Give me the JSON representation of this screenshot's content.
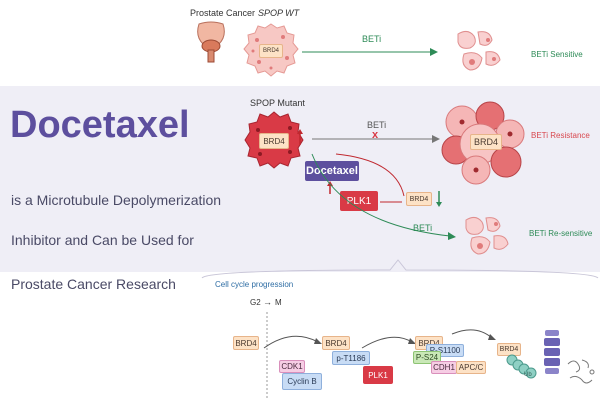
{
  "top": {
    "prostate_label": "Prostate Cancer",
    "spop_wt": "SPOP WT",
    "brd4_small": "BRD4",
    "beti": "BETi",
    "beti_sensitive": "BETi Sensitive"
  },
  "middle": {
    "spop_mutant": "SPOP Mutant",
    "brd4_red": "BRD4",
    "beti_blocked": "BETi",
    "blocked_mark": "x",
    "brd4_resist": "BRD4",
    "beti_resistance": "BETi Resistance",
    "docetaxel_box": "Docetaxel",
    "plk1_box": "PLK1",
    "brd4_peach": "BRD4",
    "beti_lower": "BETi",
    "beti_resensitive": "BETi Re-sensitive"
  },
  "headline": {
    "word": "Docetaxel",
    "line1": "is a Microtubule Depolymerization",
    "line2": "Inhibitor and Can be Used for",
    "line3": "Prostate Cancer Research"
  },
  "cycle": {
    "title": "Cell cycle progression",
    "g2": "G2",
    "m": "M",
    "brd4_1": "BRD4",
    "brd4_2": "BRD4",
    "pt1186": "p-T1186",
    "cdk1": "CDK1",
    "cyclinb": "Cyclin B",
    "plk1": "PLK1",
    "brd4_3": "BRD4",
    "ps1100": "P-S1100",
    "ps24": "P-S24",
    "cdh1": "CDH1",
    "apcc": "APC/C",
    "brd4_4": "BRD4",
    "ub": "Ub"
  },
  "colors": {
    "accent_purple": "#5d4f9e",
    "tumor_red": "#d93a46",
    "sensitive_green": "#2e8b57",
    "resistance_red": "#d8484f"
  }
}
